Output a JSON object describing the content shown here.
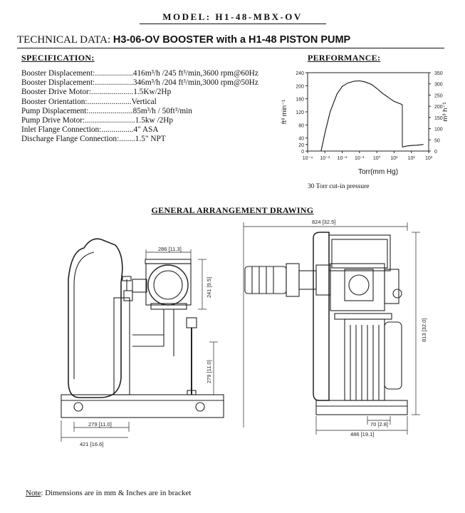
{
  "header": {
    "model": "MODEL: H1-48-MBX-OV",
    "tech_prefix": "TECHNICAL DATA: ",
    "tech_highlight": "H3-06-OV BOOSTER with a H1-48 PISTON PUMP"
  },
  "specification": {
    "title": "SPECIFICATION:",
    "rows": [
      "Booster Displacement:...................416m³/h /245 ft³/min,3600 rpm@60Hz",
      "Booster Displacement:...................346m³/h /204 ft³/min,3000 rpm@50Hz",
      "Booster Drive Motor:.....................1.5Kw/2Hp",
      "Booster Orientation:......................Vertical",
      "Pump Displacement:......................85m³/h / 50ft³/min",
      "Pump Drive Motor:.........................1.5kw /2Hp",
      "Inlet Flange Connection:................4\" ASA",
      "Discharge Flange Connection:........1.5\" NPT"
    ]
  },
  "performance": {
    "title": "PERFORMANCE:",
    "note": "30 Torr cut-in pressure"
  },
  "chart_data": {
    "type": "line",
    "title": "PERFORMANCE:",
    "xlabel": "Torr(mm Hg)",
    "ylabel": "ft³ min⁻¹",
    "y2label": "m³ h⁻¹",
    "x_scale": "log",
    "x_ticks": [
      "10⁻⁴",
      "10⁻³",
      "10⁻²",
      "10⁻¹",
      "10⁰",
      "10¹",
      "10²",
      "10³"
    ],
    "x_tick_values": [
      0.0001,
      0.001,
      0.01,
      0.1,
      1,
      10,
      100,
      1000
    ],
    "y_ticks": [
      0,
      20,
      40,
      80,
      120,
      160,
      200,
      240
    ],
    "y2_ticks": [
      0,
      50,
      100,
      150,
      200,
      250,
      300,
      350
    ],
    "xlim": [
      0.0001,
      1000
    ],
    "ylim": [
      0,
      240
    ],
    "y2lim": [
      0,
      350
    ],
    "series": [
      {
        "x": [
          0.0006,
          0.001,
          0.002,
          0.005,
          0.01,
          0.02,
          0.05,
          0.1,
          0.2,
          0.5,
          1,
          2,
          5,
          10,
          20,
          30
        ],
        "y": [
          0,
          55,
          120,
          175,
          198,
          208,
          214,
          215,
          212,
          204,
          192,
          178,
          163,
          152,
          146,
          142
        ]
      },
      {
        "x": [
          30,
          50,
          100,
          200,
          500
        ],
        "y": [
          12,
          15,
          17,
          18,
          20
        ]
      }
    ],
    "grid": false
  },
  "drawing": {
    "title": "GENERAL ARRANGEMENT DRAWING",
    "dims": {
      "w286": "286 [11.3]",
      "h241": "241 [9.5]",
      "h279": "279 [11.0]",
      "w279": "279 [11.0]",
      "w421": "421 [16.6]",
      "w824": "824 [32.5]",
      "h813": "813 [32.0]",
      "w70": "70 [2.8]",
      "w486": "486 [19.1]"
    }
  },
  "footer": {
    "note_label": "Note",
    "note_text": ": Dimensions are in mm & Inches are in bracket"
  }
}
